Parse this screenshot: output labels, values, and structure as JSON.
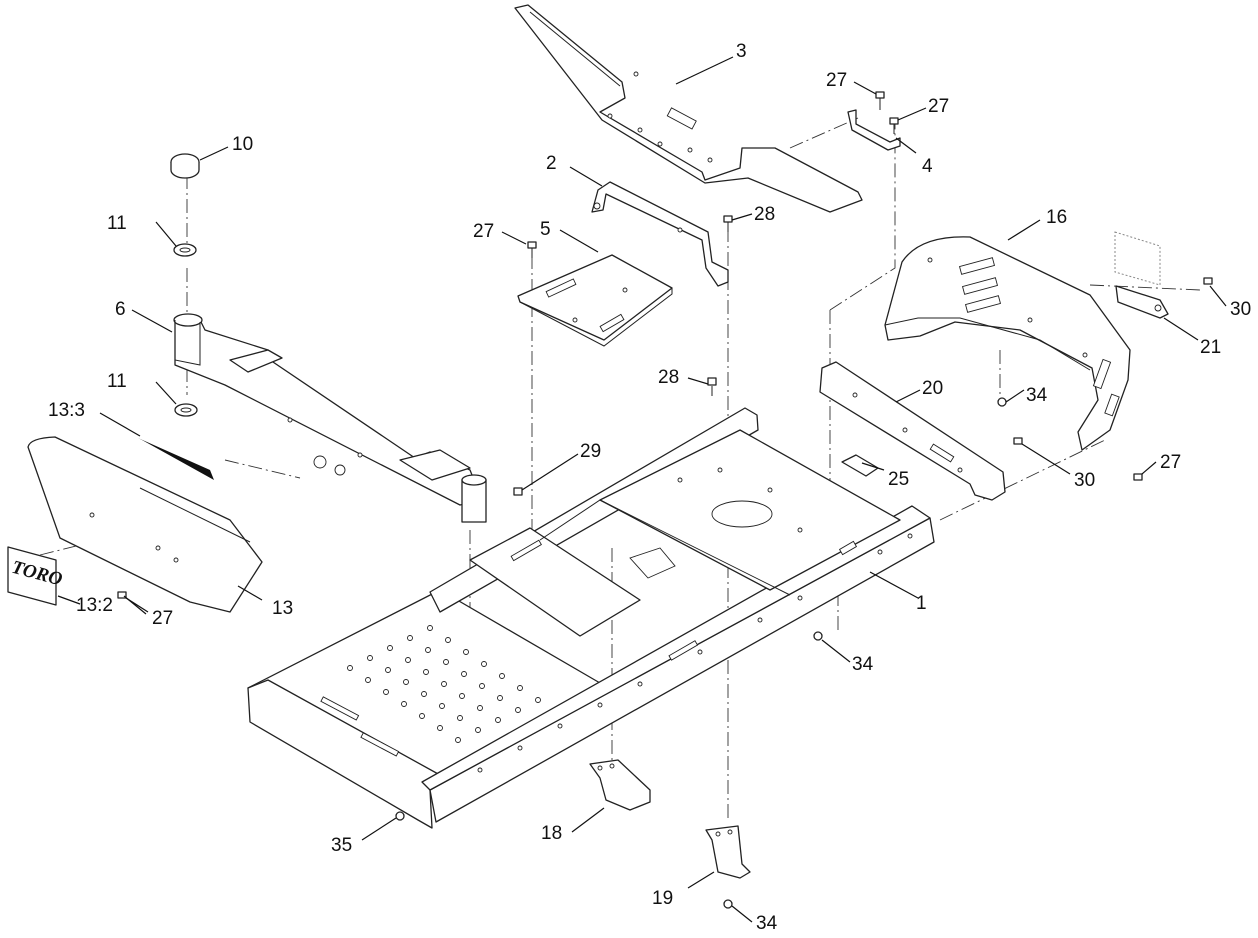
{
  "callouts": [
    {
      "id": "c1",
      "label": "1"
    },
    {
      "id": "c2",
      "label": "2"
    },
    {
      "id": "c3",
      "label": "3"
    },
    {
      "id": "c4",
      "label": "4"
    },
    {
      "id": "c5",
      "label": "5"
    },
    {
      "id": "c6",
      "label": "6"
    },
    {
      "id": "c10",
      "label": "10"
    },
    {
      "id": "c11a",
      "label": "11"
    },
    {
      "id": "c11b",
      "label": "11"
    },
    {
      "id": "c13",
      "label": "13"
    },
    {
      "id": "c13-2",
      "label": "13:2"
    },
    {
      "id": "c13-3",
      "label": "13:3"
    },
    {
      "id": "c16",
      "label": "16"
    },
    {
      "id": "c18",
      "label": "18"
    },
    {
      "id": "c19",
      "label": "19"
    },
    {
      "id": "c20",
      "label": "20"
    },
    {
      "id": "c21",
      "label": "21"
    },
    {
      "id": "c25",
      "label": "25"
    },
    {
      "id": "c27a",
      "label": "27"
    },
    {
      "id": "c27b",
      "label": "27"
    },
    {
      "id": "c27c",
      "label": "27"
    },
    {
      "id": "c27d",
      "label": "27"
    },
    {
      "id": "c27e",
      "label": "27"
    },
    {
      "id": "c28a",
      "label": "28"
    },
    {
      "id": "c28b",
      "label": "28"
    },
    {
      "id": "c29",
      "label": "29"
    },
    {
      "id": "c30a",
      "label": "30"
    },
    {
      "id": "c30b",
      "label": "30"
    },
    {
      "id": "c34a",
      "label": "34"
    },
    {
      "id": "c34b",
      "label": "34"
    },
    {
      "id": "c34c",
      "label": "34"
    },
    {
      "id": "c35",
      "label": "35"
    }
  ],
  "logo": {
    "text": "TORO"
  }
}
